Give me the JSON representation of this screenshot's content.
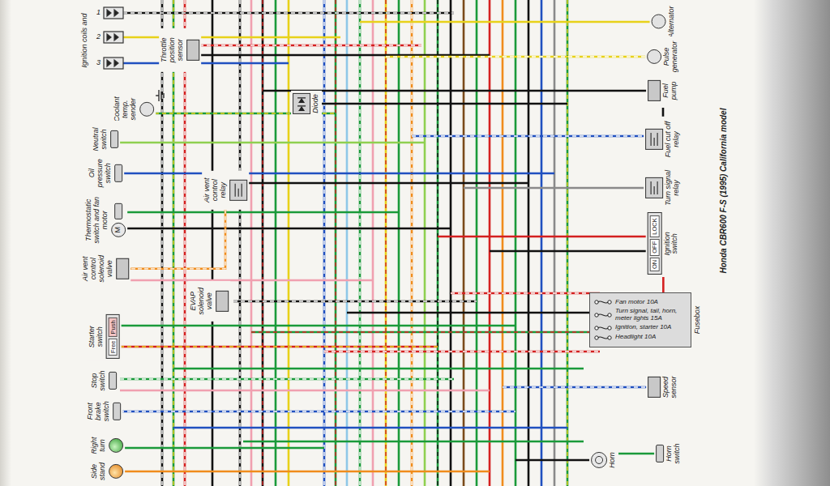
{
  "diagram": {
    "title": "Honda CBR600 F-S (1995) California model",
    "nodes": [
      {
        "text": [
          "Throttle position sensor"
        ]
      },
      {
        "text": [
          "Diode"
        ]
      },
      {
        "text": [
          "Coolant temp. sender"
        ]
      },
      {
        "text": [
          "Neutral switch"
        ]
      },
      {
        "text": [
          "Oil pressure switch"
        ]
      },
      {
        "text": [
          "Air vent control relay"
        ]
      },
      {
        "text": [
          "Thermostatic switch and fan motor",
          "M"
        ]
      },
      {
        "text": [
          "Air vent control solenoid valve"
        ]
      },
      {
        "text": [
          "EVAP solenoid valve"
        ]
      },
      {
        "text": [
          "Starter switch",
          "Free",
          "Push"
        ]
      },
      {
        "text": [
          "Stop switch"
        ]
      },
      {
        "text": [
          "Front brake switch"
        ]
      },
      {
        "text": [
          "Right turn"
        ]
      },
      {
        "text": [
          "Side stand"
        ]
      },
      {
        "text": [
          "Alternator"
        ]
      },
      {
        "text": [
          "Pulse generator"
        ]
      },
      {
        "text": [
          "Fuel pump"
        ]
      },
      {
        "text": [
          "Fuel cut off relay"
        ]
      },
      {
        "text": [
          "Turn signal relay"
        ]
      },
      {
        "text": [
          "Ignition switch",
          "ON",
          "OFF",
          "LOCK"
        ]
      },
      {
        "text": [
          "Fusebox",
          "Fan motor 10A",
          "Turn signal, tail, horn, meter lights 15A",
          "Ignition, starter 10A",
          "Headlight 10A"
        ]
      },
      {
        "text": [
          "Speed sensor"
        ]
      },
      {
        "text": [
          "Horn"
        ]
      },
      {
        "text": [
          "Horn switch"
        ]
      }
    ],
    "edges": [
      {
        "from": 19,
        "to": 20,
        "arrow": "none"
      },
      {
        "from": 16,
        "to": 17,
        "arrow": "none"
      },
      {
        "from": 5,
        "to": 7,
        "arrow": "none"
      }
    ],
    "labels": [
      "Ignition coils and",
      "1",
      "2",
      "3"
    ]
  }
}
